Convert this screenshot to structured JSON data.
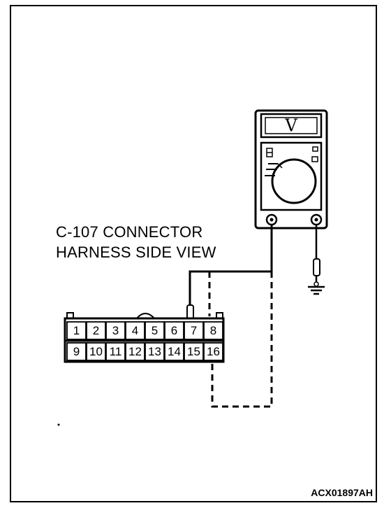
{
  "diagram": {
    "title_line1": "C-107 CONNECTOR",
    "title_line2": "HARNESS SIDE VIEW",
    "figure_code": "ACX01897AH",
    "meter_mode": "V",
    "connector_pins_top": [
      "1",
      "2",
      "3",
      "4",
      "5",
      "6",
      "7",
      "8"
    ],
    "connector_pins_bottom": [
      "9",
      "10",
      "11",
      "12",
      "13",
      "14",
      "15",
      "16"
    ],
    "probe_pin_solid": "7",
    "probe_pin_dashed": "16",
    "ground_symbol": "ground-icon",
    "meter_icon": "voltmeter-icon"
  }
}
